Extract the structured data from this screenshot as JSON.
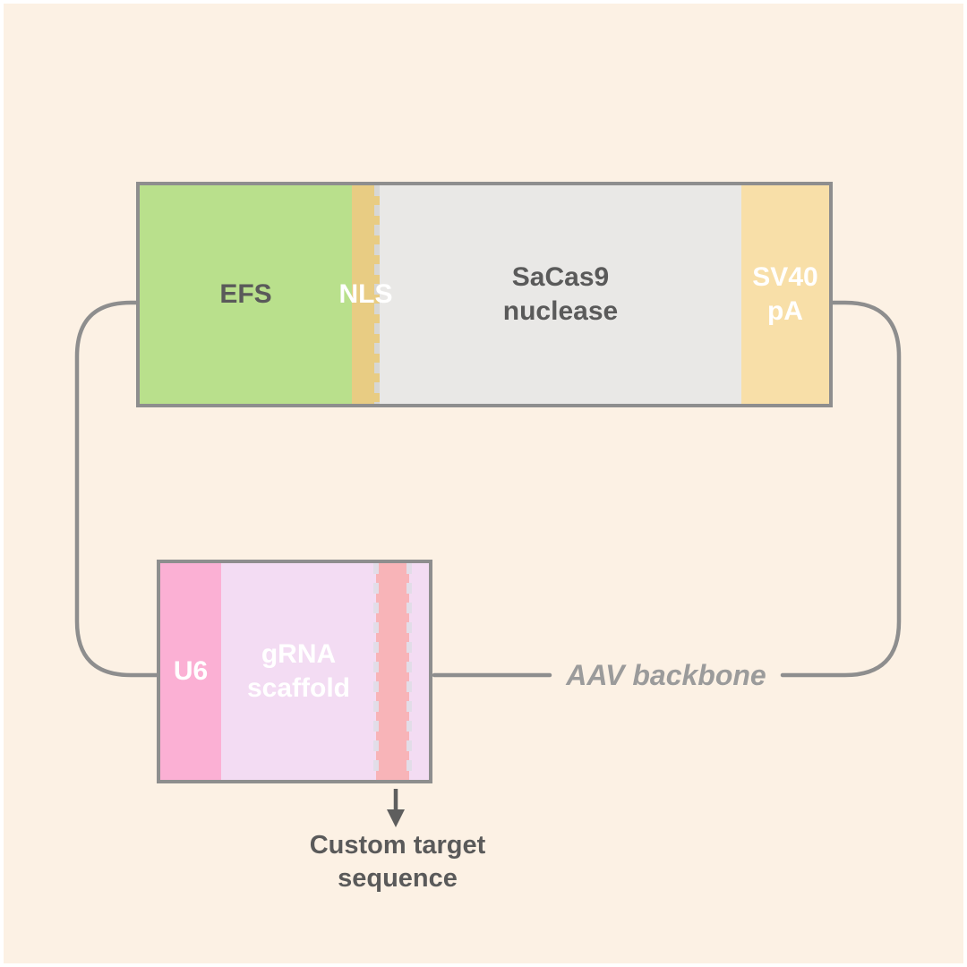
{
  "colors": {
    "background": "#FCF1E4",
    "box_border": "#8E8E8E",
    "connector": "#8E8E8E",
    "arrow": "#5E5E5E",
    "dash_top": "#D7D7D5",
    "dash_bottom": "#E2DDE8",
    "dark_text": "#5A5A5A",
    "backbone_text": "#9B9B9B",
    "white_text": "#FFFFFF"
  },
  "top_construct": {
    "segments": [
      {
        "label": "EFS",
        "fill": "#B9E08C",
        "text_color": "#5A5A5A"
      },
      {
        "label": "NLS",
        "fill": "#E8CC83",
        "text_color": "#FFFFFF"
      },
      {
        "label": "SaCas9\nnuclease",
        "fill": "#E9E8E6",
        "text_color": "#5A5A5A"
      },
      {
        "label": "SV40\npA",
        "fill": "#F8DFA8",
        "text_color": "#FFFFFF"
      }
    ]
  },
  "bottom_construct": {
    "segments": [
      {
        "label": "U6",
        "fill": "#FBB0D4",
        "text_color": "#FFFFFF"
      },
      {
        "label": "gRNA\nscaffold",
        "fill": "#F3DCF3",
        "text_color": "#FFFFFF"
      },
      {
        "label": "",
        "fill": "#F8B4B8",
        "text_color": "#FFFFFF"
      },
      {
        "label": "",
        "fill": "#F3DCF3",
        "text_color": "#FFFFFF"
      }
    ]
  },
  "labels": {
    "backbone": "AAV backbone",
    "custom_target": "Custom target\nsequence"
  }
}
